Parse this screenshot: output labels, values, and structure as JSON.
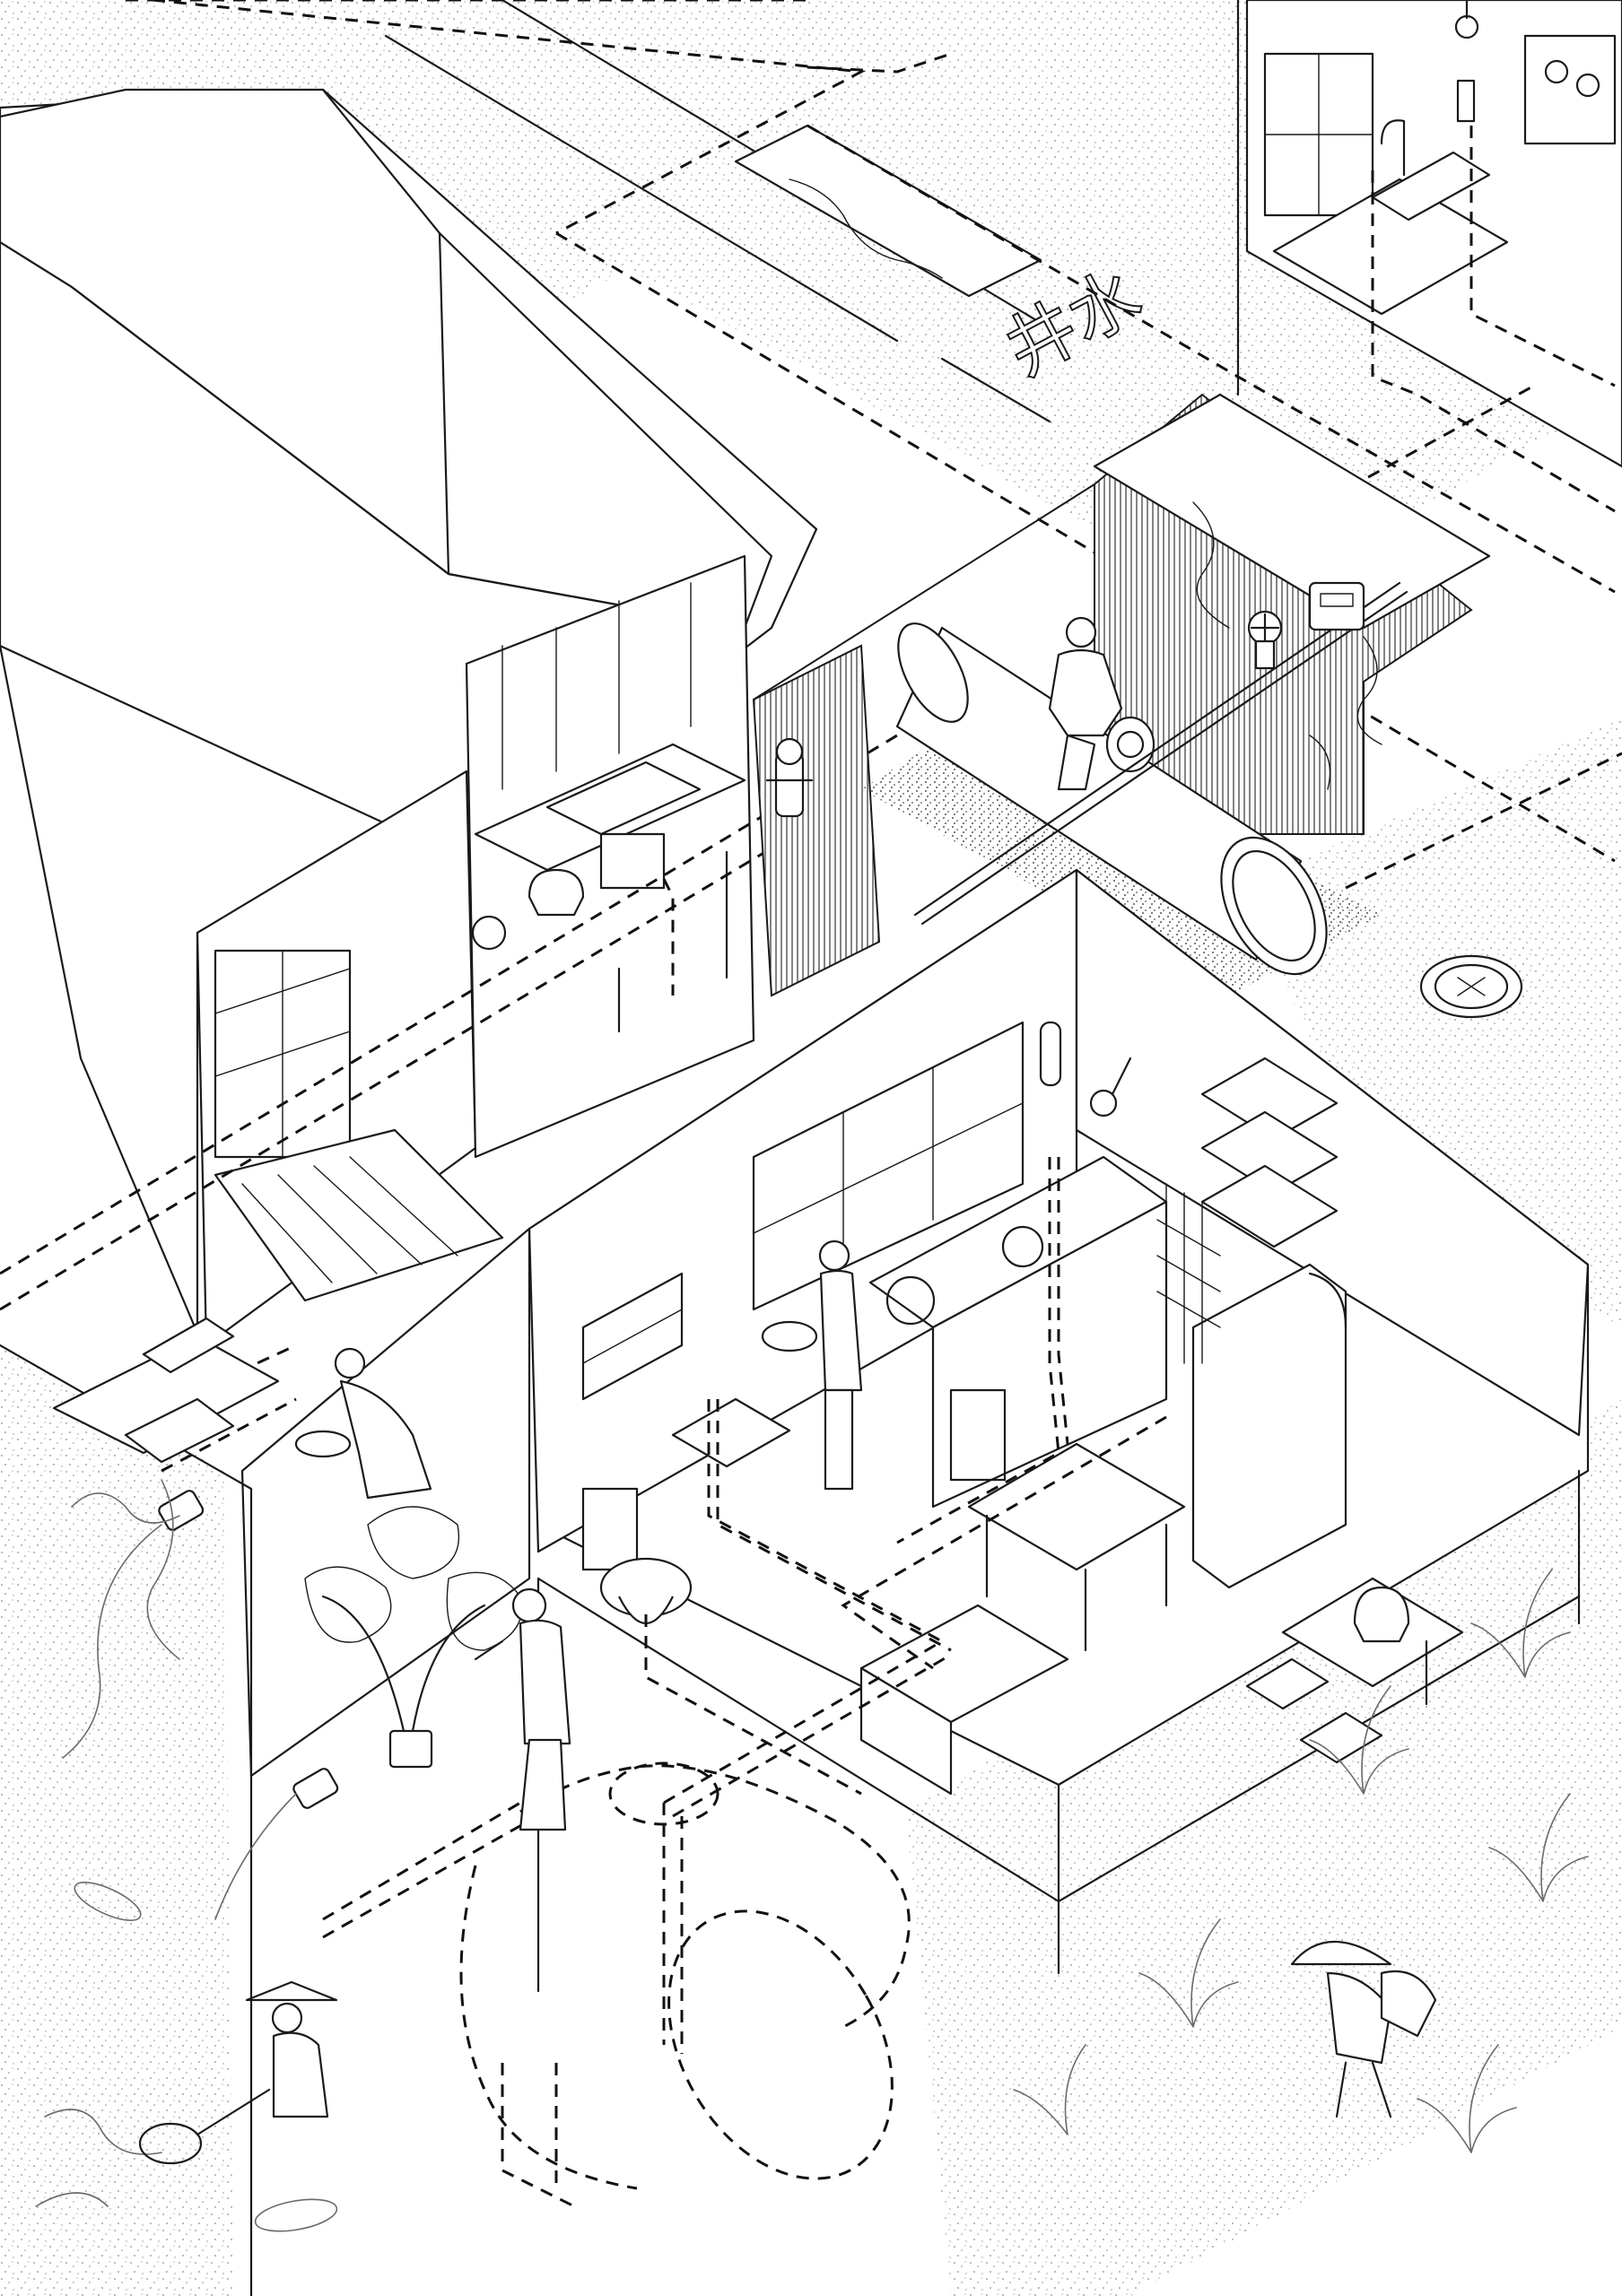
{
  "diagram": {
    "street_sign_text": "井水",
    "palette": {
      "line": "#1a1a1a",
      "background": "#ffffff",
      "stipple": "#8a8a8a"
    },
    "components": [
      "house-roof",
      "back-kitchen",
      "water-main-pipe",
      "water-meter",
      "gate-valve",
      "fire-hydrant",
      "manhole-cover",
      "kitchen-room",
      "toilet",
      "bathtub",
      "septic-tank",
      "drain-outlets",
      "rice-paddy",
      "fish-pond"
    ],
    "figures": [
      "worker-at-pipe",
      "woman-washing",
      "woman-with-basket",
      "woman-watering-plant",
      "child-with-net",
      "farmer-planting"
    ]
  }
}
